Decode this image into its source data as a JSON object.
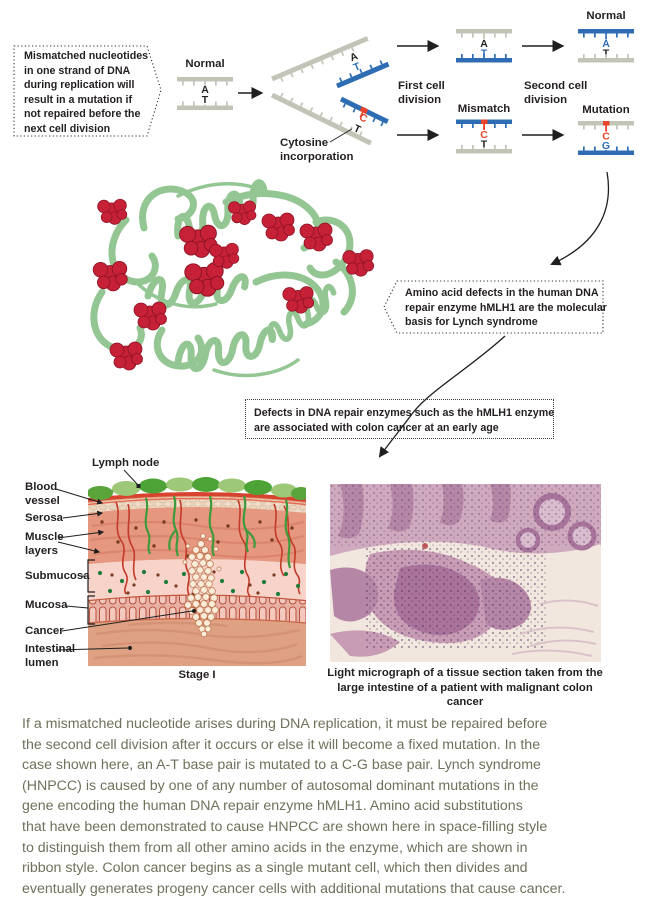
{
  "top": {
    "callout": "Mismatched nucleotides\nin one strand of DNA\nduring replication will\nresult in a mutation if\nnot repaired before the\nnext cell division",
    "normal_left": "Normal",
    "cytosine": "Cytosine\nincorporation",
    "first_division": "First cell\ndivision",
    "second_division": "Second cell\ndivision",
    "mismatch": "Mismatch",
    "normal_right": "Normal",
    "mutation": "Mutation",
    "bases": {
      "ln_a": "A",
      "ln_t": "T",
      "fk_a": "A",
      "fk_t": "T",
      "fk_c": "C",
      "fk_t2": "T",
      "m1_a": "A",
      "m1_t": "T",
      "mm_c": "C",
      "mm_t": "T",
      "rn_a": "A",
      "rn_t": "T",
      "mu_c": "C",
      "mu_g": "G"
    },
    "colors": {
      "template_strand": "#c2c4b8",
      "new_strand": "#2e6db4",
      "mismatch_red": "#e8432c"
    }
  },
  "callouts": {
    "hmlh1": "Amino acid defects in the human DNA\nrepair enzyme hMLH1 are the molecular\nbasis for Lynch syndrome",
    "colon": "Defects in DNA repair enzymes such as the hMLH1 enzyme\nare associated with colon cancer at an early age"
  },
  "protein": {
    "ribbon_color": "#93c693",
    "mutation_sphere_color": "#c62137"
  },
  "anatomy": {
    "lymph": "Lymph node",
    "blood": "Blood\nvessel",
    "serosa": "Serosa",
    "muscle": "Muscle\nlayers",
    "submucosa": "Submucosa",
    "mucosa": "Mucosa",
    "cancer": "Cancer",
    "lumen": "Intestinal\nlumen",
    "stage": "Stage I"
  },
  "micrograph": {
    "caption": "Light micrograph of a tissue section taken from the\nlarge intestine of a patient with malignant colon cancer"
  },
  "body_text": "If a mismatched nucleotide arises during DNA replication, it must be repaired before\nthe second cell division after it occurs or else it will become a fixed mutation. In the\ncase shown here, an A-T base pair is mutated to a C-G base pair. Lynch syndrome\n(HNPCC) is caused by one of any number of autosomal dominant mutations in the\ngene encoding the human DNA repair enzyme hMLH1. Amino acid substitutions\nthat have been demonstrated to cause HNPCC are shown here in space-filling style\nto distinguish them from all other amino acids in the enzyme, which are shown in\nribbon style. Colon cancer begins as a single mutant cell, which then divides and\neventually generates progeny cancer cells with additional mutations that cause cancer."
}
